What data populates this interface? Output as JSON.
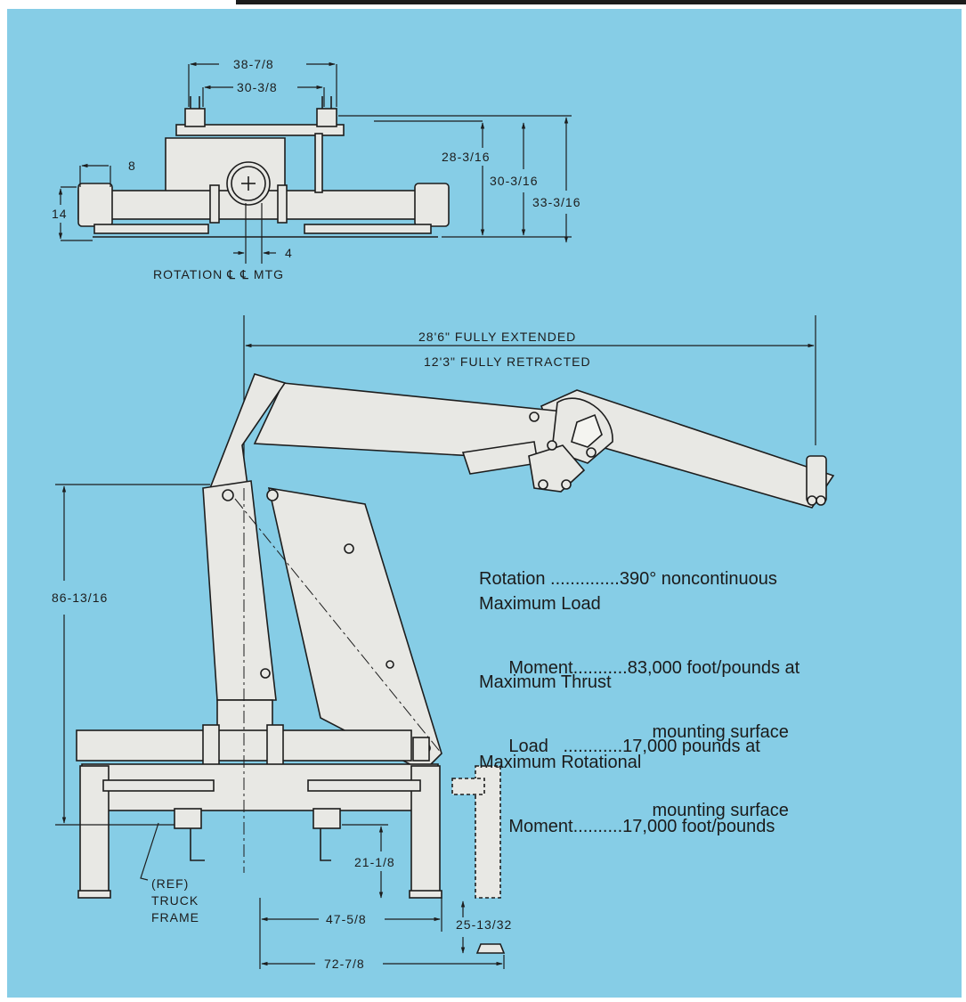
{
  "top_view": {
    "dims": {
      "overall_width": "38-7/8",
      "inner_width": "30-3/8",
      "offset": "8",
      "height": "14",
      "small_offset": "4",
      "h1": "28-3/16",
      "h2": "30-3/16",
      "h3": "33-3/16"
    },
    "caption": "ROTATION ℄ ℄ MTG"
  },
  "side_view": {
    "extended": "28'6\" FULLY EXTENDED",
    "retracted": "12'3\" FULLY RETRACTED",
    "height": "86-13/16",
    "d1": "21-1/8",
    "d2": "47-5/8",
    "d3": "25-13/32",
    "d4": "72-7/8",
    "ref_label": [
      "(REF)",
      "TRUCK",
      "FRAME"
    ]
  },
  "specs": [
    {
      "lines": [
        "Rotation ..............390° noncontinuous"
      ]
    },
    {
      "lines": [
        "Maximum Load",
        "      Moment...........83,000 foot/pounds at",
        "                                   mounting surface"
      ]
    },
    {
      "lines": [
        "Maximum Thrust",
        "      Load   ............17,000 pounds at",
        "                                   mounting surface"
      ]
    },
    {
      "lines": [
        "Maximum Rotational",
        "      Moment..........17,000 foot/pounds"
      ]
    }
  ],
  "colors": {
    "background": "#86cde6",
    "line": "#1d1d1d",
    "part_fill": "#e8e8e4"
  }
}
